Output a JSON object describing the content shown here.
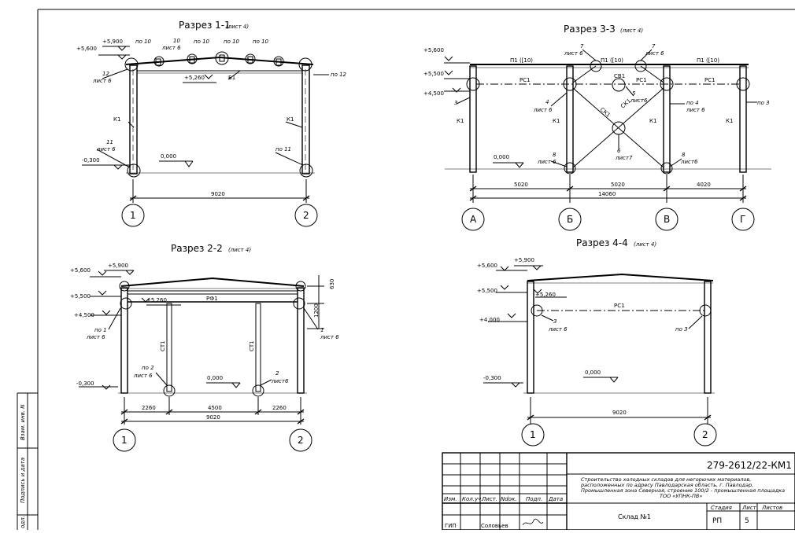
{
  "sections": {
    "s11": {
      "title": "Разрез 1-1",
      "sheet": "(лист 4)",
      "labels": {
        "e5600": "+5,600",
        "e5900": "+5,900",
        "e5260": "+5,260",
        "em0300": "-0,300",
        "e0000": "0,000",
        "n12": "12",
        "l6a": "лист 6",
        "po10a": "по 10",
        "n10": "10",
        "l6b": "лист 6",
        "po10b": "по 10",
        "po10c": "по 10",
        "po10d": "по 10",
        "b1": "Б1",
        "po12": "по 12",
        "k1a": "К1",
        "k1b": "К1",
        "n11": "11",
        "l6c": "лист 6",
        "po11": "по 11",
        "dim": "9020",
        "ax1": "1",
        "ax2": "2"
      }
    },
    "s33": {
      "title": "Разрез 3-3",
      "sheet": "(лист 4)",
      "labels": {
        "e5600": "+5,600",
        "e5500": "+5,500",
        "e4500": "+4,500",
        "e0000": "0,000",
        "n7a": "7",
        "l6a": "лист 6",
        "n7b": "7",
        "l6b": "лист 6",
        "p1a": "П1 ([10)",
        "p1b": "П1 ([10)",
        "p1c": "П1 ([10)",
        "pc1a": "РС1",
        "sv1": "СВ1",
        "pc1b": "РС1",
        "pc1c": "РС1",
        "n5": "5",
        "l6c": "лист6",
        "n3": "3",
        "n4": "4",
        "l6d": "лист 6",
        "ck1a": "СК1",
        "ck1b": "СК1",
        "po4": "по 4",
        "l6e": "лист 6",
        "po3": "по 3",
        "k1a": "К1",
        "k1b": "К1",
        "k1c": "К1",
        "k1d": "К1",
        "n6": "6",
        "l7": "лист7",
        "n8a": "8",
        "l6f": "лист 6",
        "n8b": "8",
        "l6g": "лист6",
        "d1": "5020",
        "d2": "5020",
        "d3": "4020",
        "dt": "14060",
        "axA": "А",
        "axB": "Б",
        "axV": "В",
        "axG": "Г"
      }
    },
    "s22": {
      "title": "Разрез 2-2",
      "sheet": "(лист 4)",
      "labels": {
        "e5600": "+5,600",
        "e5900": "+5,900",
        "e5500": "+5,500",
        "e5260": "+5,260",
        "e4500": "+4,500",
        "em0300": "-0,300",
        "e0000": "0,000",
        "rf1": "РФ1",
        "d630": "630",
        "d1200": "1200",
        "po1": "по 1",
        "l6a": "лист 6",
        "n1": "1",
        "l6b": "лист 6",
        "ct1a": "СТ1",
        "ct1b": "СТ1",
        "po2": "по 2",
        "l6c": "лист 6",
        "n2": "2",
        "l6d": "лист6",
        "d1": "2260",
        "d2": "4500",
        "d3": "2260",
        "dt": "9020",
        "ax1": "1",
        "ax2": "2"
      }
    },
    "s44": {
      "title": "Разрез 4-4",
      "sheet": "(лист 4)",
      "labels": {
        "e5600": "+5,600",
        "e5900": "+5,900",
        "e5500": "+5,500",
        "e5260": "+5,260",
        "e4000": "+4,000",
        "em0300": "-0,300",
        "e0000": "0,000",
        "pc1": "РС1",
        "n3": "3",
        "l6": "лист 6",
        "po3": "по 3",
        "dt": "9020",
        "ax1": "1",
        "ax2": "2"
      }
    }
  },
  "side_stamp": {
    "vzam": "Взам. инв. N",
    "podpis": "Подпись и дата",
    "podl": "одл."
  },
  "title_block": {
    "code": "279-2612/22-КМ1",
    "desc1": "Строительство холодных складов для негорючих материалов,",
    "desc2": "расположенных по адресу Павлодарская область, г. Павлодар,",
    "desc3": "Промышленная зона Северная, строение 100/2 - промышленная площадка",
    "desc4": "ТОО «УПНК-ПВ»",
    "h_izm": "Изм.",
    "h_koluch": "Кол.уч.",
    "h_list": "Лист.",
    "h_ndok": "Ndок.",
    "h_podp": "Подп.",
    "h_data": "Дата",
    "gip": "ГИП",
    "name": "Соловьев",
    "building": "Склад №1",
    "h_stadia": "Стадия",
    "h_list2": "Лист",
    "h_listov": "Листов",
    "stadia": "РП",
    "list": "5",
    "listov": ""
  }
}
